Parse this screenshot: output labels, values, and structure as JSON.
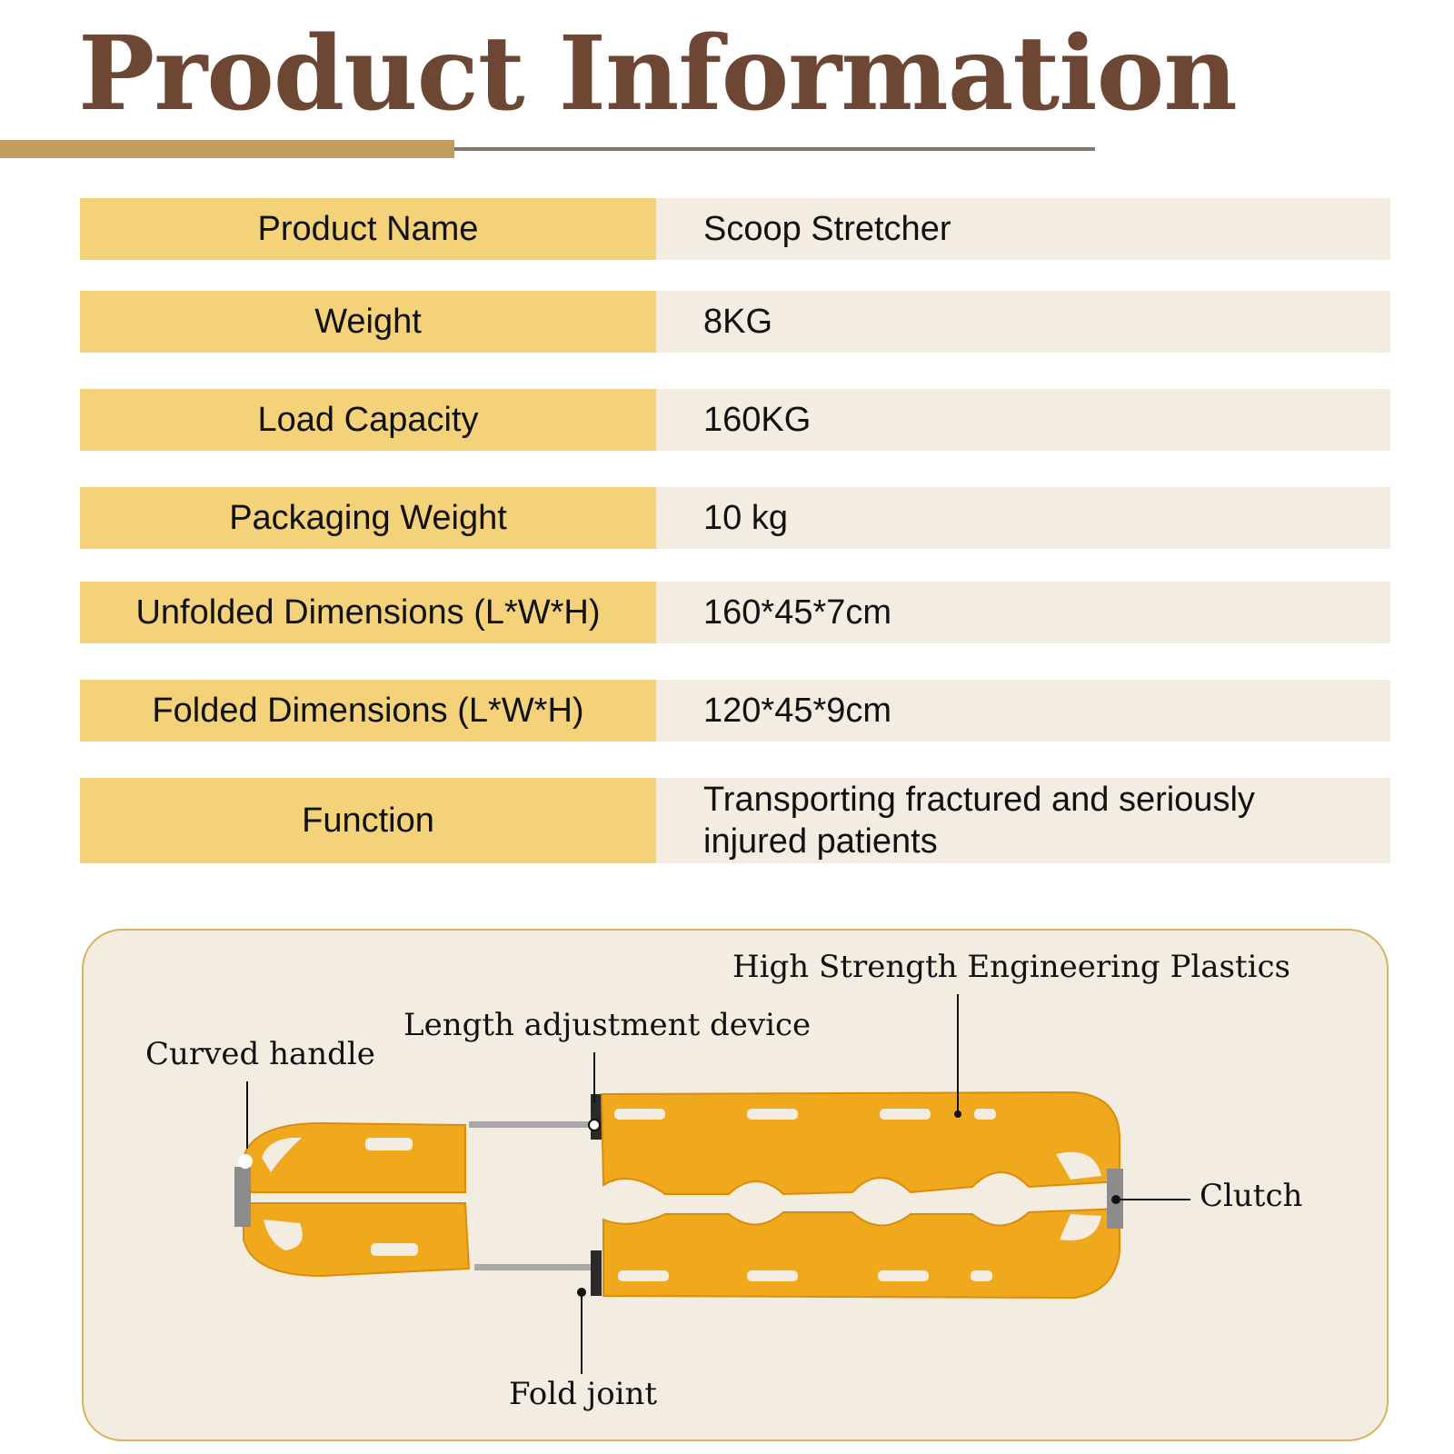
{
  "header": {
    "title": "Product Information"
  },
  "specs": [
    {
      "label": "Product Name",
      "value": "Scoop Stretcher"
    },
    {
      "label": "Weight",
      "value": "8KG"
    },
    {
      "label": "Load Capacity",
      "value": "160KG"
    },
    {
      "label": "Packaging Weight",
      "value": "10 kg"
    },
    {
      "label": "Unfolded Dimensions (L*W*H)",
      "value": "160*45*7cm"
    },
    {
      "label": "Folded Dimensions (L*W*H)",
      "value": "120*45*9cm"
    },
    {
      "label": "Function",
      "value": "Transporting fractured and seriously injured patients"
    }
  ],
  "diagram": {
    "callouts": {
      "plastics": "High Strength Engineering Plastics",
      "length_adjust": "Length adjustment device",
      "curved_handle": "Curved handle",
      "clutch": "Clutch",
      "fold_joint": "Fold joint"
    }
  },
  "colors": {
    "title": "#6e4634",
    "label_bg": "#f3d27a",
    "value_bg": "#f3ece0",
    "stretcher": "#f0a81d"
  }
}
